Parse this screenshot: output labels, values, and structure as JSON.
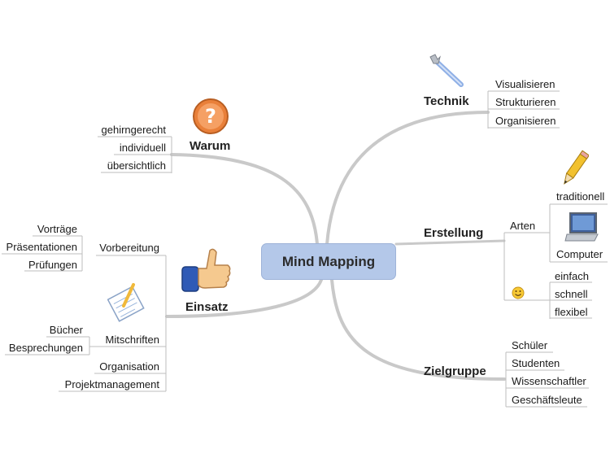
{
  "center": "Mind Mapping",
  "branches": {
    "technik": {
      "label": "Technik",
      "icon": "wrench-icon",
      "items": [
        "Visualisieren",
        "Strukturieren",
        "Organisieren"
      ]
    },
    "warum": {
      "label": "Warum",
      "icon": "question-icon",
      "items": [
        "gehirngerecht",
        "individuell",
        "übersichtlich"
      ]
    },
    "erstellung": {
      "label": "Erstellung",
      "arten": {
        "label": "Arten",
        "items": [
          "traditionell",
          "Computer"
        ],
        "icons": [
          "pencil-icon",
          "laptop-icon"
        ]
      },
      "smiley": {
        "icon": "smiley-icon",
        "items": [
          "einfach",
          "schnell",
          "flexibel"
        ]
      }
    },
    "einsatz": {
      "label": "Einsatz",
      "icon": "thumbs-up-icon",
      "vorbereitung": {
        "label": "Vorbereitung",
        "items": [
          "Vorträge",
          "Präsentationen",
          "Prüfungen"
        ]
      },
      "mitschriften": {
        "label": "Mitschriften",
        "icon": "notepad-icon",
        "items": [
          "Bücher",
          "Besprechungen"
        ]
      },
      "organisation": "Organisation",
      "projektmanagement": "Projektmanagement"
    },
    "zielgruppe": {
      "label": "Zielgruppe",
      "items": [
        "Schüler",
        "Studenten",
        "Wissenschaftler",
        "Geschäftsleute"
      ]
    }
  },
  "colors": {
    "center_fill": "#b4c8e9",
    "branch_line": "#c8c8c8",
    "leaf_line": "#bbbbbb"
  }
}
